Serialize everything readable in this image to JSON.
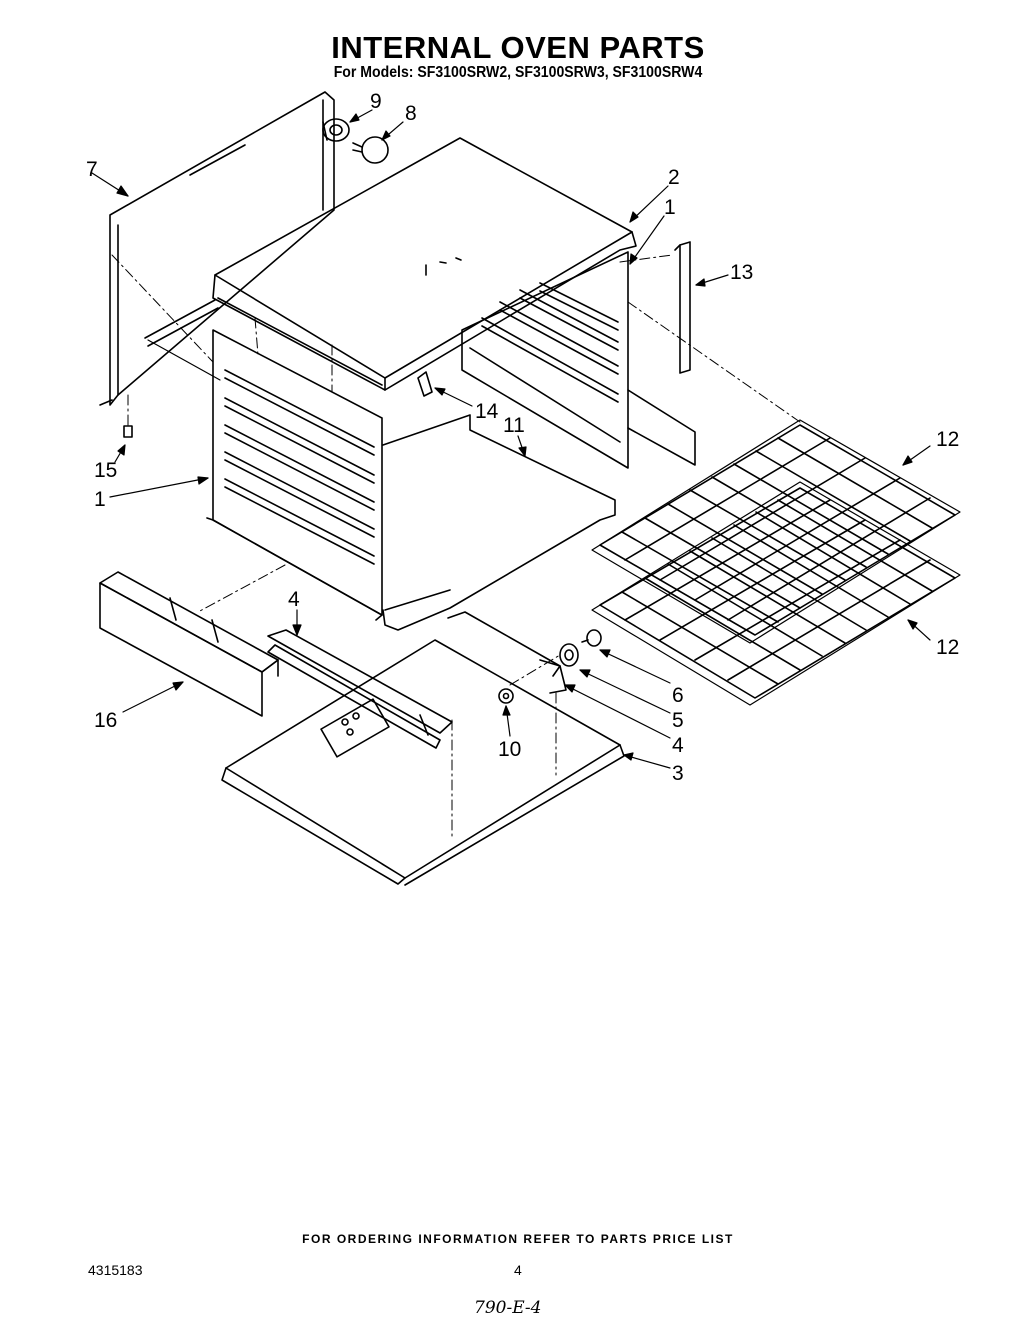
{
  "header": {
    "title": "INTERNAL OVEN PARTS",
    "subtitle": "For Models: SF3100SRW2, SF3100SRW3, SF3100SRW4"
  },
  "callouts": {
    "c1a": "1",
    "c1b": "1",
    "c2": "2",
    "c3": "3",
    "c4a": "4",
    "c4b": "4",
    "c5": "5",
    "c6": "6",
    "c7": "7",
    "c8": "8",
    "c9": "9",
    "c10": "10",
    "c11": "11",
    "c12a": "12",
    "c12b": "12",
    "c13": "13",
    "c14": "14",
    "c15": "15",
    "c16": "16"
  },
  "footer": {
    "ordering_note": "FOR ORDERING INFORMATION REFER TO PARTS PRICE LIST",
    "doc_number": "4315183",
    "page_number": "4",
    "handwritten_note": "790-E-4"
  }
}
